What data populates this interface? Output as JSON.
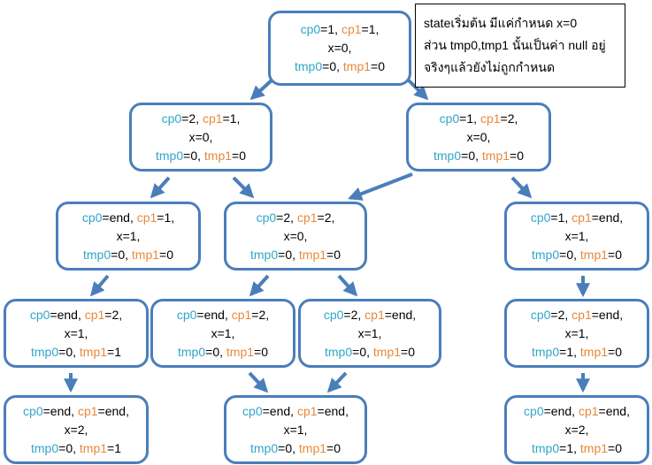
{
  "note": {
    "lines": [
      "stateเริ่มต้น มีแค่กำหนด x=0",
      "ส่วน tmp0,tmp1 นั้นเป็นค่า null อยู่",
      "จริงๆแล้วยังไม่ถูกกำหนด"
    ]
  },
  "nodes": [
    {
      "id": "n0",
      "cp0": "1",
      "cp1": "1",
      "x": "0",
      "tmp0": "0",
      "tmp1": "0"
    },
    {
      "id": "n1",
      "cp0": "2",
      "cp1": "1",
      "x": "0",
      "tmp0": "0",
      "tmp1": "0"
    },
    {
      "id": "n2",
      "cp0": "1",
      "cp1": "2",
      "x": "0",
      "tmp0": "0",
      "tmp1": "0"
    },
    {
      "id": "n3",
      "cp0": "end",
      "cp1": "1",
      "x": "1",
      "tmp0": "0",
      "tmp1": "0"
    },
    {
      "id": "n4",
      "cp0": "2",
      "cp1": "2",
      "x": "0",
      "tmp0": "0",
      "tmp1": "0"
    },
    {
      "id": "n5",
      "cp0": "1",
      "cp1": "end",
      "x": "1",
      "tmp0": "0",
      "tmp1": "0"
    },
    {
      "id": "n6",
      "cp0": "end",
      "cp1": "2",
      "x": "1",
      "tmp0": "0",
      "tmp1": "1"
    },
    {
      "id": "n7",
      "cp0": "end",
      "cp1": "2",
      "x": "1",
      "tmp0": "0",
      "tmp1": "0"
    },
    {
      "id": "n8",
      "cp0": "2",
      "cp1": "end",
      "x": "1",
      "tmp0": "0",
      "tmp1": "0"
    },
    {
      "id": "n9",
      "cp0": "2",
      "cp1": "end",
      "x": "1",
      "tmp0": "1",
      "tmp1": "0"
    },
    {
      "id": "n10",
      "cp0": "end",
      "cp1": "end",
      "x": "2",
      "tmp0": "0",
      "tmp1": "1"
    },
    {
      "id": "n11",
      "cp0": "end",
      "cp1": "end",
      "x": "1",
      "tmp0": "0",
      "tmp1": "0"
    },
    {
      "id": "n12",
      "cp0": "end",
      "cp1": "end",
      "x": "2",
      "tmp0": "1",
      "tmp1": "0"
    }
  ],
  "edges": [
    [
      "n0",
      "n1"
    ],
    [
      "n0",
      "n2"
    ],
    [
      "n1",
      "n3"
    ],
    [
      "n1",
      "n4"
    ],
    [
      "n2",
      "n4"
    ],
    [
      "n2",
      "n5"
    ],
    [
      "n3",
      "n6"
    ],
    [
      "n4",
      "n7"
    ],
    [
      "n4",
      "n8"
    ],
    [
      "n5",
      "n9"
    ],
    [
      "n6",
      "n10"
    ],
    [
      "n7",
      "n11"
    ],
    [
      "n8",
      "n11"
    ],
    [
      "n9",
      "n12"
    ]
  ],
  "colors": {
    "border": "#4a7ebb",
    "cp0": "#31a5c9",
    "cp1": "#e8883a",
    "text": "#000000"
  }
}
